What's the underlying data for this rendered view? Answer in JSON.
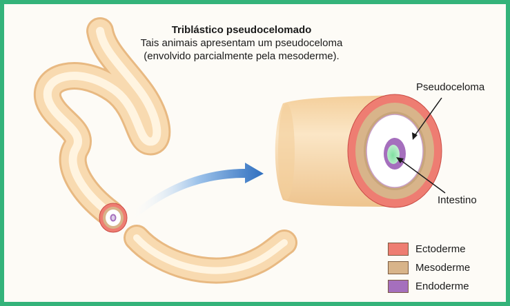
{
  "title": "Triblástico pseudocelomado",
  "subtitle_line1": "Tais animais apresentam um pseudoceloma",
  "subtitle_line2": "(envolvido parcialmente pela mesoderme).",
  "labels": {
    "pseudoceloma": "Pseudoceloma",
    "intestino": "Intestino"
  },
  "legend": [
    {
      "label": "Ectoderme",
      "color": "#ee7d72"
    },
    {
      "label": "Mesoderme",
      "color": "#d8b48a"
    },
    {
      "label": "Endoderme",
      "color": "#a56fbd"
    }
  ],
  "colors": {
    "frame": "#34b37a",
    "body": "#f6d7a8",
    "body_highlight": "#fff3dc",
    "arrow": "#3a7cc4",
    "intestine_inner": "#6fcf8f"
  }
}
